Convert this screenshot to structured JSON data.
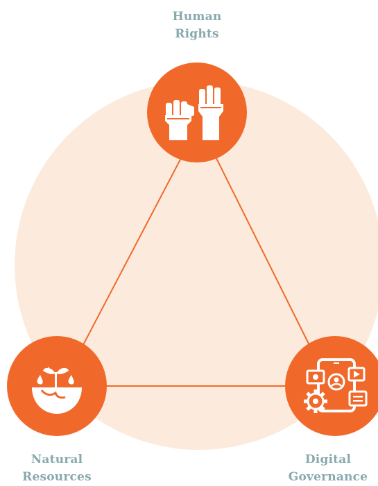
{
  "colors": {
    "accent": "#f0692a",
    "background_circle": "#fcebdd",
    "label": "#88a9ad",
    "icon": "#ffffff"
  },
  "nodes": [
    {
      "id": "human-rights",
      "label_lines": [
        "Human",
        "Rights"
      ],
      "icon": "raised-fists-icon"
    },
    {
      "id": "natural-resources",
      "label_lines": [
        "Natural",
        "Resources"
      ],
      "icon": "earth-plant-water-icon"
    },
    {
      "id": "digital-governance",
      "label_lines": [
        "Digital",
        "Governance"
      ],
      "icon": "tablet-media-gear-icon"
    }
  ]
}
